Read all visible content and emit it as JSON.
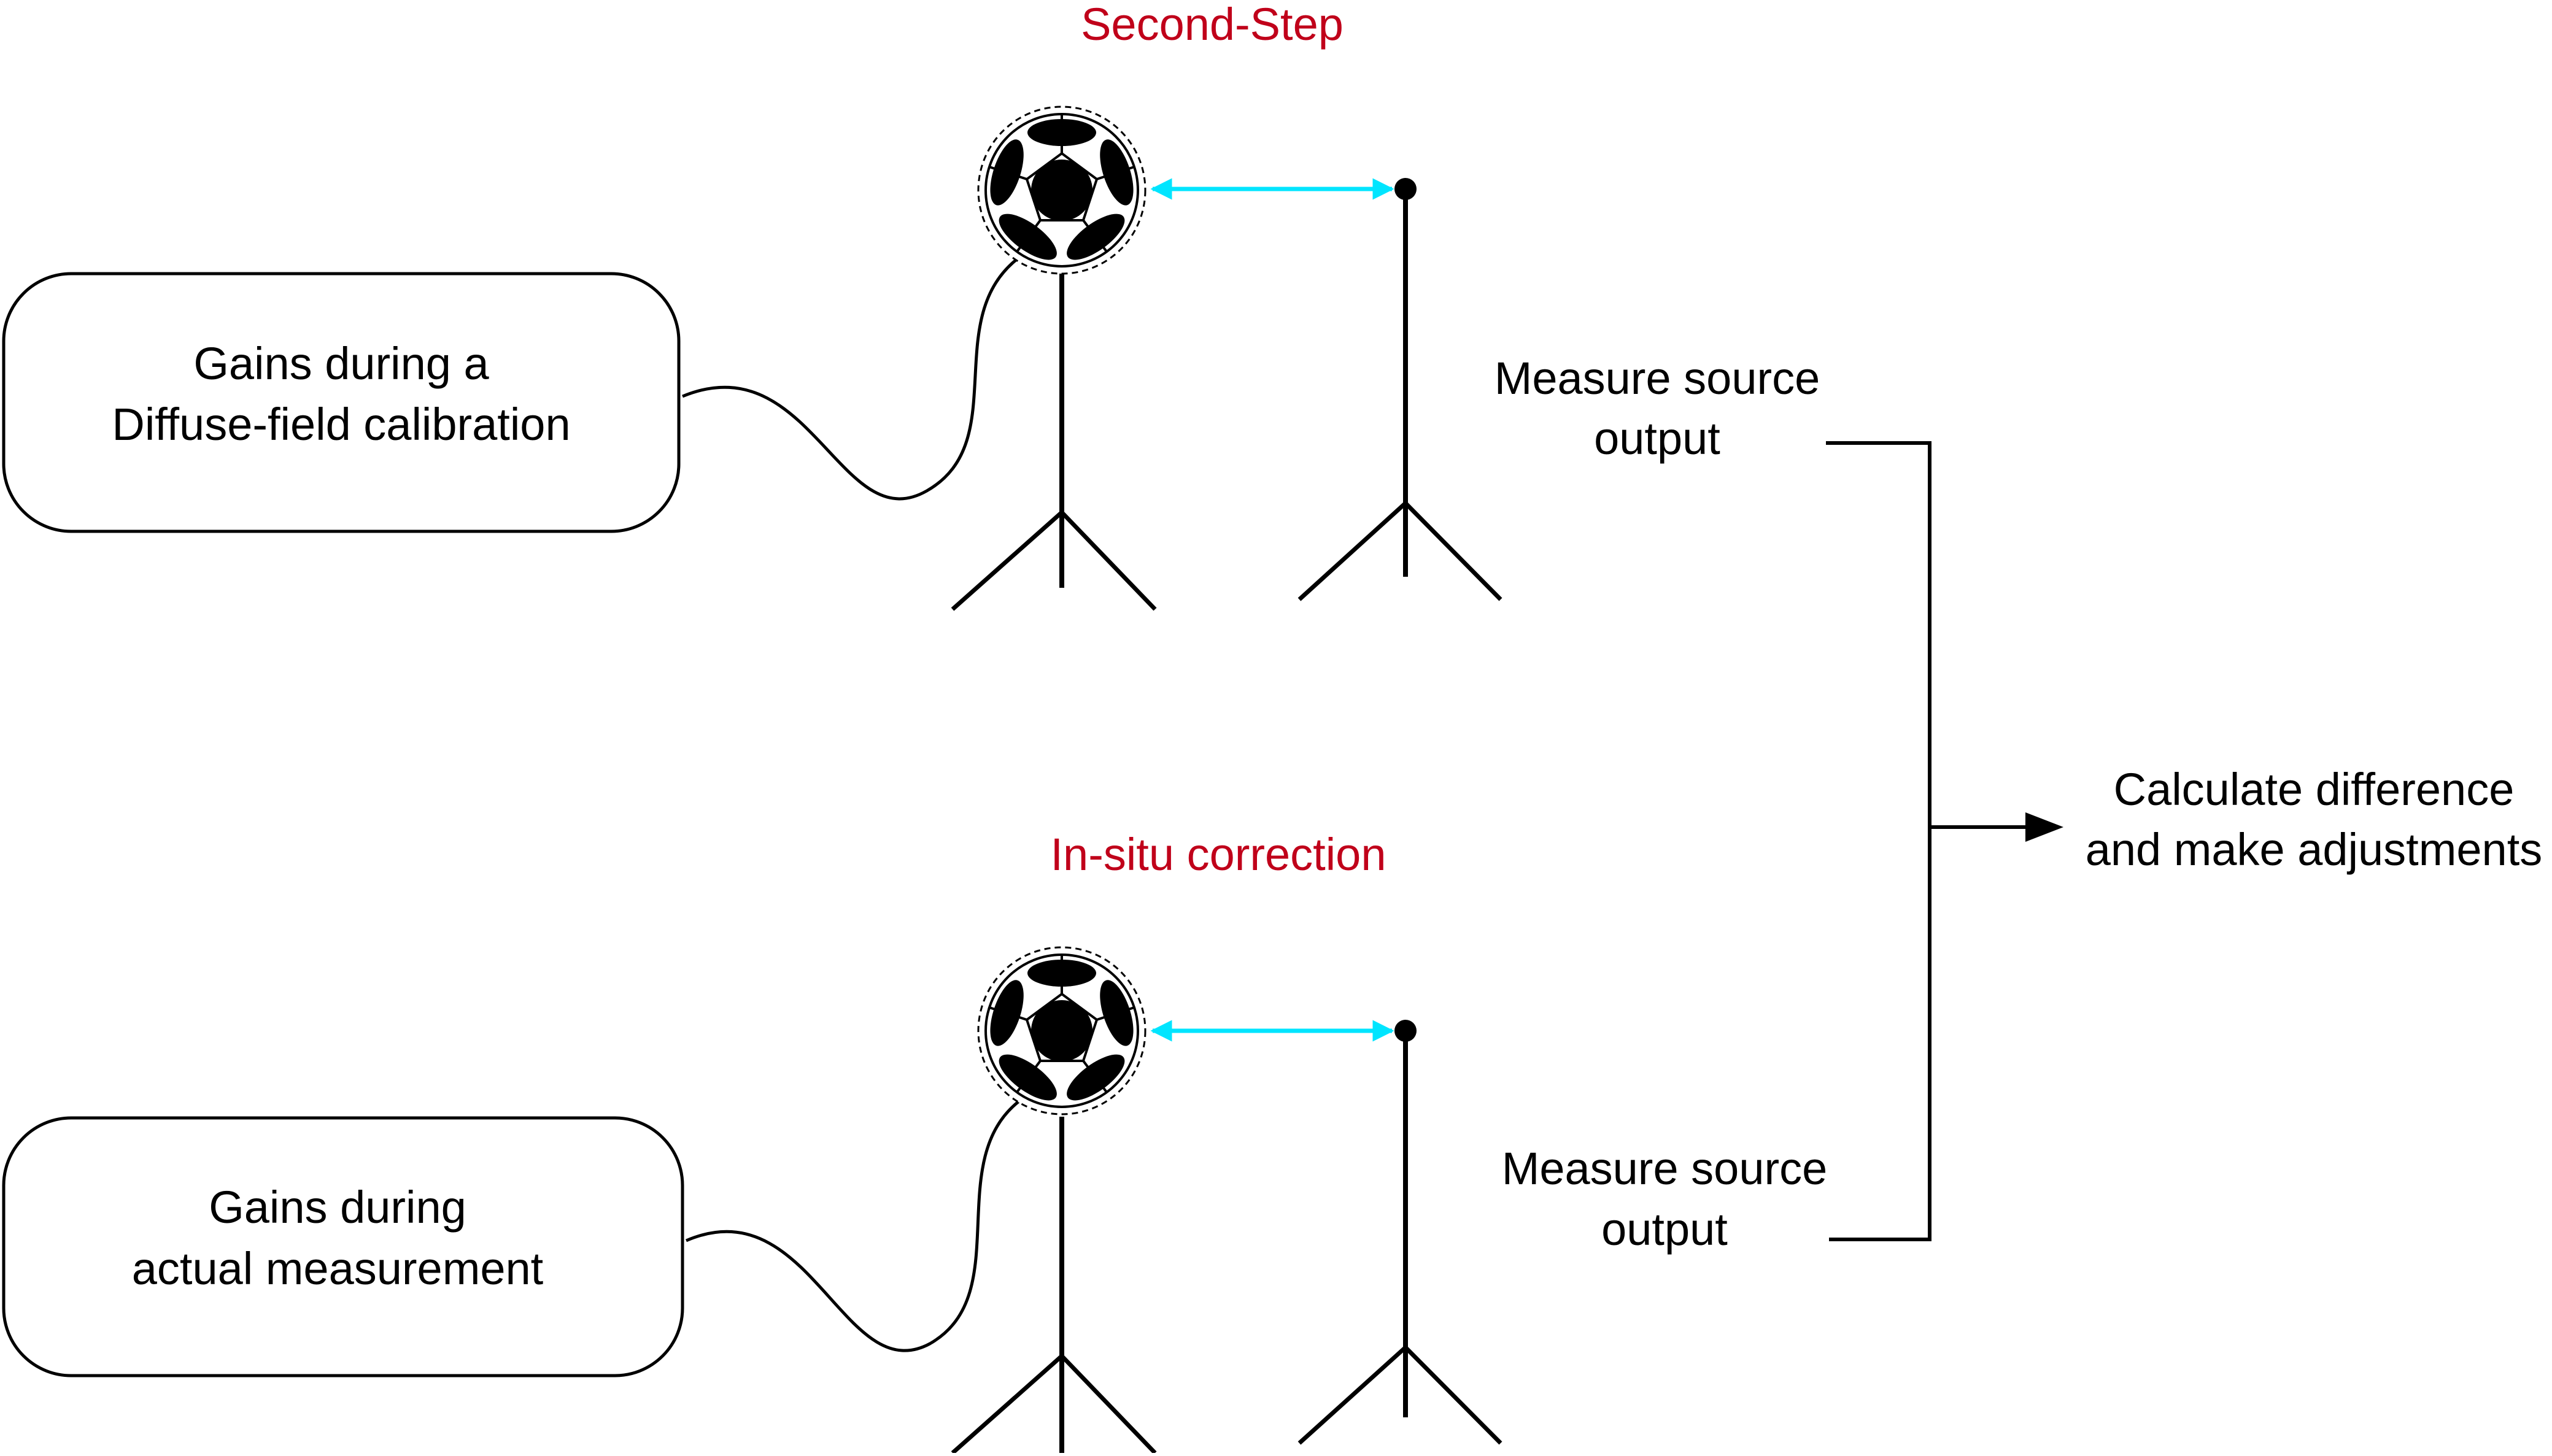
{
  "titles": {
    "top": "Second-Step",
    "bottom": "In-situ correction"
  },
  "boxes": {
    "top": {
      "line1": "Gains during a",
      "line2": "Diffuse-field calibration"
    },
    "bottom": {
      "line1": "Gains during",
      "line2": "actual measurement"
    }
  },
  "measure": {
    "top": {
      "line1": "Measure source",
      "line2": "output"
    },
    "bottom": {
      "line1": "Measure source",
      "line2": "output"
    }
  },
  "result": {
    "line1": "Calculate difference",
    "line2": "and make adjustments"
  },
  "colors": {
    "title_red": "#c0001a",
    "distance_arrow": "#00e5ff",
    "line": "#000000"
  },
  "icons": {
    "loudspeaker": "dodecahedron-speaker-icon",
    "microphone": "microphone-stand-icon"
  }
}
